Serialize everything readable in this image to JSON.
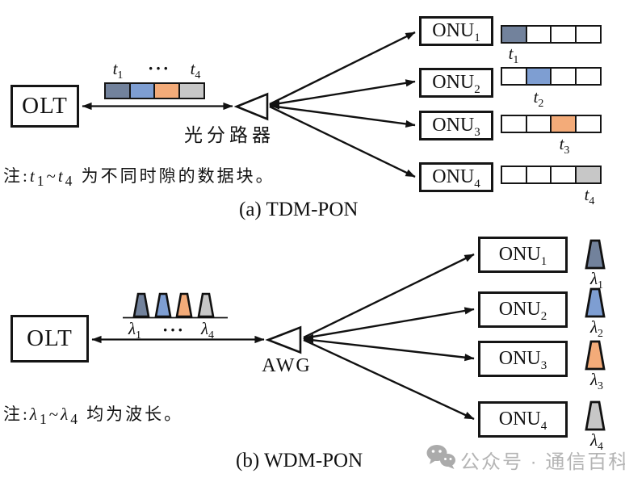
{
  "panel_a": {
    "olt_label": "OLT",
    "splitter_label": "光分路器",
    "caption": "(a) TDM-PON",
    "note": {
      "prefix": "注:",
      "sym1": "t",
      "sub1": "1",
      "tilde": "~",
      "sym2": "t",
      "sub2": "4",
      "text": " 为不同时隙的数据块。"
    },
    "frame_labels": {
      "first_sym": "t",
      "first_sub": "1",
      "dots": "···",
      "last_sym": "t",
      "last_sub": "4"
    },
    "frame_colors": [
      "#72829c",
      "#7e9ed2",
      "#f3ab79",
      "#c7c7c7"
    ],
    "onus": [
      {
        "name": "ONU",
        "sub": "1",
        "slot_sym": "t",
        "slot_sub": "1",
        "slot_color": "#72829c"
      },
      {
        "name": "ONU",
        "sub": "2",
        "slot_sym": "t",
        "slot_sub": "2",
        "slot_color": "#7e9ed2"
      },
      {
        "name": "ONU",
        "sub": "3",
        "slot_sym": "t",
        "slot_sub": "3",
        "slot_color": "#f3ab79"
      },
      {
        "name": "ONU",
        "sub": "4",
        "slot_sym": "t",
        "slot_sub": "4",
        "slot_color": "#c7c7c7"
      }
    ]
  },
  "panel_b": {
    "olt_label": "OLT",
    "awg_label": "AWG",
    "caption": "(b) WDM-PON",
    "note": {
      "prefix": "注:",
      "sym1": "λ",
      "sub1": "1",
      "tilde": "~",
      "sym2": "λ",
      "sub2": "4",
      "text": " 均为波长。"
    },
    "spectrum_labels": {
      "first_sym": "λ",
      "first_sub": "1",
      "dots": "···",
      "last_sym": "λ",
      "last_sub": "4"
    },
    "spectrum_colors": [
      "#72829c",
      "#7e9ed2",
      "#f3ab79",
      "#c7c7c7"
    ],
    "onus": [
      {
        "name": "ONU",
        "sub": "1",
        "wave_sym": "λ",
        "wave_sub": "1",
        "wave_color": "#72829c"
      },
      {
        "name": "ONU",
        "sub": "2",
        "wave_sym": "λ",
        "wave_sub": "2",
        "wave_color": "#7e9ed2"
      },
      {
        "name": "ONU",
        "sub": "3",
        "wave_sym": "λ",
        "wave_sub": "3",
        "wave_color": "#f3ab79"
      },
      {
        "name": "ONU",
        "sub": "4",
        "wave_sym": "λ",
        "wave_sub": "4",
        "wave_color": "#c7c7c7"
      }
    ]
  },
  "watermark": {
    "text": "公众号 · 通信百科"
  }
}
